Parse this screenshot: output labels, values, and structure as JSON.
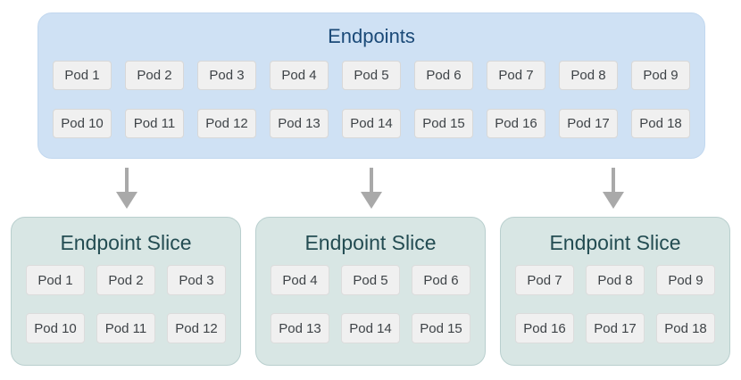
{
  "endpoints": {
    "title": "Endpoints",
    "pods": [
      "Pod 1",
      "Pod 2",
      "Pod 3",
      "Pod 4",
      "Pod 5",
      "Pod 6",
      "Pod 7",
      "Pod 8",
      "Pod 9",
      "Pod 10",
      "Pod 11",
      "Pod 12",
      "Pod 13",
      "Pod 14",
      "Pod 15",
      "Pod 16",
      "Pod 17",
      "Pod 18"
    ]
  },
  "slices": [
    {
      "title": "Endpoint Slice",
      "pods": [
        "Pod 1",
        "Pod 2",
        "Pod 3",
        "Pod 10",
        "Pod 11",
        "Pod 12"
      ]
    },
    {
      "title": "Endpoint Slice",
      "pods": [
        "Pod 4",
        "Pod 5",
        "Pod 6",
        "Pod 13",
        "Pod 14",
        "Pod 15"
      ]
    },
    {
      "title": "Endpoint Slice",
      "pods": [
        "Pod 7",
        "Pod 8",
        "Pod 9",
        "Pod 16",
        "Pod 17",
        "Pod 18"
      ]
    }
  ],
  "colors": {
    "endpoints_bg": "#cfe1f4",
    "endpoints_title": "#1b4a78",
    "slice_bg": "#d8e6e4",
    "slice_border": "#b9cfce",
    "slice_title": "#234c52",
    "pod_bg": "#f0f0f0",
    "pod_border": "#d8d8d8",
    "pod_text": "#3e4347",
    "arrow": "#a9a9a9",
    "background": "#ffffff"
  }
}
